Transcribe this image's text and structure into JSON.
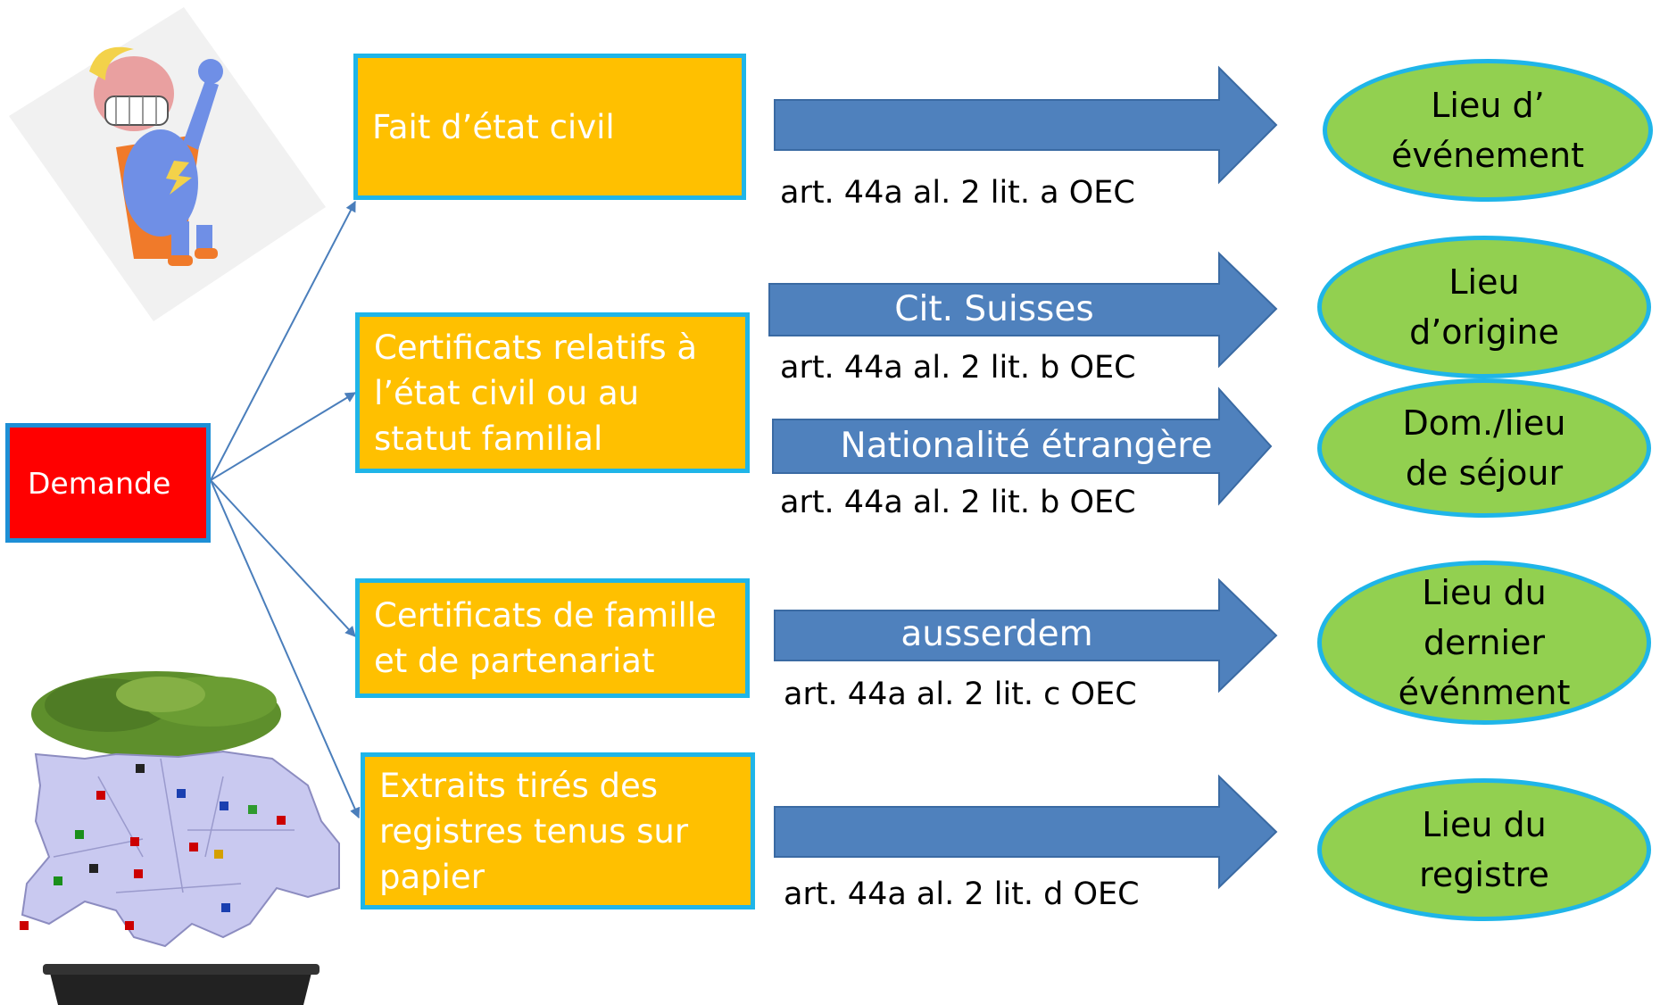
{
  "request": {
    "label": "Demande"
  },
  "categories": [
    {
      "label": "Fait d’état civil"
    },
    {
      "label": "Certificats relatifs à l’état civil ou au statut familial"
    },
    {
      "label": "Certificats de famille et de partenariat"
    },
    {
      "label": "Extraits tirés des registres tenus sur papier"
    }
  ],
  "arrows": [
    {
      "label": "",
      "reference": "art. 44a al. 2 lit. a OEC"
    },
    {
      "label": "Cit. Suisses",
      "reference": "art. 44a al. 2 lit. b OEC"
    },
    {
      "label": "Nationalité étrangère",
      "reference": "art. 44a al. 2 lit. b OEC"
    },
    {
      "label": "ausserdem",
      "reference": "art. 44a al. 2 lit. c OEC"
    },
    {
      "label": "",
      "reference": "art. 44a al. 2 lit. d OEC"
    }
  ],
  "places": [
    {
      "label": "Lieu d’\névénement"
    },
    {
      "label": "Lieu\nd’origine"
    },
    {
      "label": "Dom./lieu\nde séjour"
    },
    {
      "label": "Lieu du\ndernier\névénment"
    },
    {
      "label": "Lieu du\nregistre"
    }
  ],
  "colors": {
    "request_fill": "#ff0000",
    "category_fill": "#ffc000",
    "box_border": "#1fb5e8",
    "arrow_fill": "#4f81bd",
    "arrow_stroke": "#3a6aa3",
    "place_fill": "#92d050",
    "connector": "#4a7ebb"
  },
  "images": {
    "superhero": "superhero-clipart",
    "map": "switzerland-bonsai-map"
  }
}
